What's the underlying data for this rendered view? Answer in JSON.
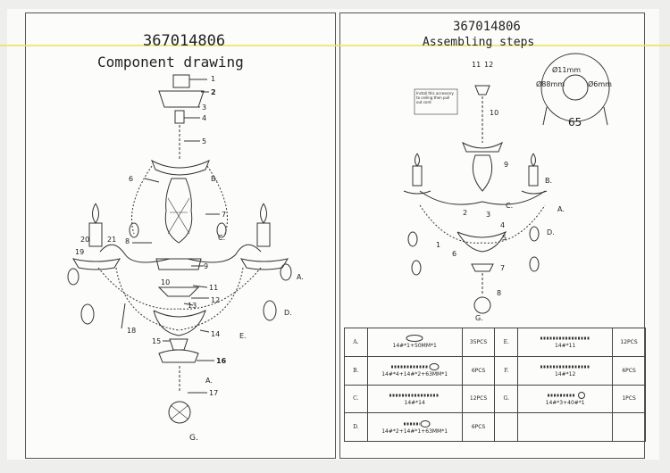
{
  "left": {
    "code": "367014806",
    "title": "Component drawing",
    "callouts_num": [
      "1",
      "2",
      "3",
      "4",
      "5",
      "6",
      "7",
      "8",
      "9",
      "10",
      "11",
      "12",
      "13",
      "14",
      "15",
      "16",
      "17",
      "18",
      "19",
      "20",
      "21"
    ],
    "callouts_letter": [
      "A.",
      "B.",
      "C.",
      "D.",
      "E.",
      "G.",
      "A."
    ],
    "bottom_label": "G."
  },
  "right": {
    "code": "367014806",
    "title": "Assembling steps",
    "note": "Install this accessory to ceiling then pull out cord",
    "top_callouts": [
      "Ø11mm",
      "Ø88mm",
      "Ø6mm",
      "65",
      "11",
      "12",
      "10",
      "9",
      "4",
      "5",
      "6",
      "7",
      "8",
      "1",
      "2",
      "3"
    ],
    "letters": [
      "A.",
      "B.",
      "C.",
      "D.",
      "G."
    ]
  },
  "parts": [
    {
      "letter": "A.",
      "desc": "14#*1+50MM*1",
      "qty": "35PCS"
    },
    {
      "letter": "B.",
      "desc": "14#*4+14#*2+63MM*1",
      "qty": "6PCS"
    },
    {
      "letter": "C.",
      "desc": "14#*14",
      "qty": "12PCS"
    },
    {
      "letter": "D.",
      "desc": "14#*2+14#*1+63MM*1",
      "qty": "6PCS"
    },
    {
      "letter": "E.",
      "desc": "14#*11",
      "qty": "12PCS"
    },
    {
      "letter": "F.",
      "desc": "14#*12",
      "qty": "6PCS"
    },
    {
      "letter": "G.",
      "desc": "14#*3+40#*1",
      "qty": "1PCS"
    }
  ]
}
